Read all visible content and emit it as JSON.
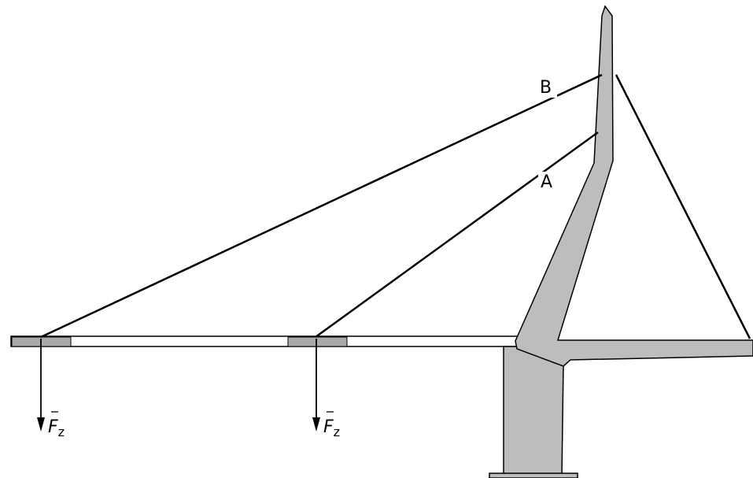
{
  "labels": {
    "cable_a": "A",
    "cable_b": "B"
  },
  "forces": [
    {
      "symbol": "F",
      "subscript": "z"
    },
    {
      "symbol": "F",
      "subscript": "z"
    }
  ],
  "colors": {
    "structure_fill": "#bdbdbd",
    "anchor_fill": "#a9a9a9",
    "line": "#000000",
    "deck_fill": "#ffffff"
  }
}
